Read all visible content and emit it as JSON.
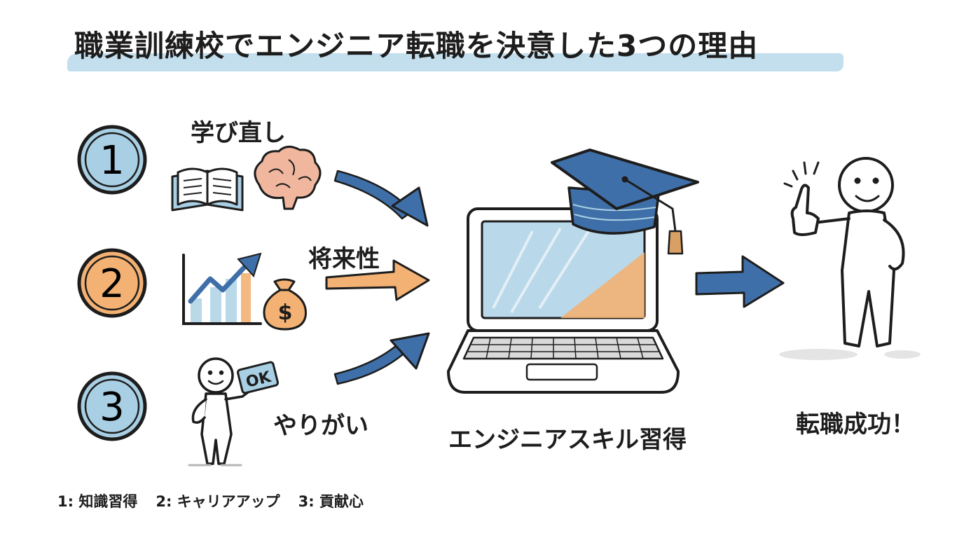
{
  "title": "職業訓練校でエンジニア転職を決意した3つの理由",
  "reasons": [
    {
      "number": "1",
      "label": "学び直し",
      "color": "#a8cfe3"
    },
    {
      "number": "2",
      "label": "将来性",
      "color": "#f3b173"
    },
    {
      "number": "3",
      "label": "やりがい",
      "color": "#a8cfe3"
    }
  ],
  "ok_sign": "OK",
  "money_symbol": "$",
  "center_label": "エンジニアスキル習得",
  "result_label": "転職成功！",
  "legend": [
    "1: 知識習得",
    "2: キャリアアップ",
    "3: 貢献心"
  ],
  "colors": {
    "blue": "#3f6fa8",
    "light_blue": "#a8cfe3",
    "orange": "#f3b173",
    "ink": "#1d1d1d"
  }
}
